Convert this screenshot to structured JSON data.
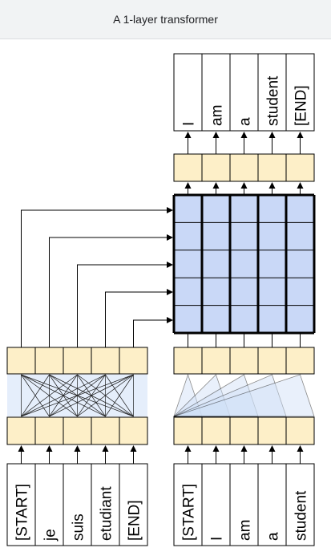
{
  "title": "A 1-layer transformer",
  "colors": {
    "cell_fill": "#fdefc8",
    "attention_fill": "#c9d8f7",
    "fan_fill": "#cfe0f7",
    "stroke": "#000000"
  },
  "encoder": {
    "input_tokens": [
      "[START]",
      "je",
      "suis",
      "etudiant",
      "[END]"
    ]
  },
  "decoder": {
    "input_tokens": [
      "[START]",
      "I",
      "am",
      "a",
      "student"
    ],
    "output_tokens": [
      "I",
      "am",
      "a",
      "student",
      "[END]"
    ]
  }
}
